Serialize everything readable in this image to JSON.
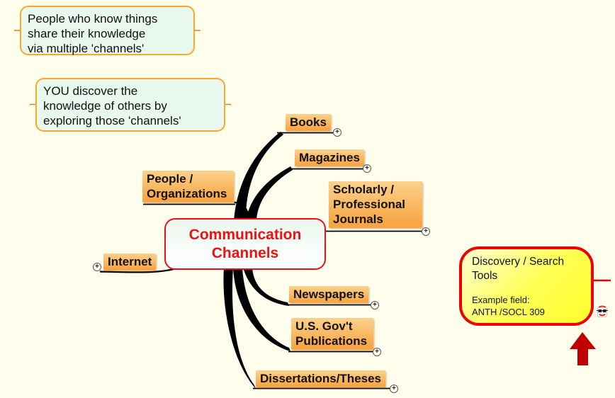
{
  "ui": {
    "expand_glyph": "+"
  },
  "callouts": {
    "share": {
      "text": "People who know things\nshare their knowledge\nvia multiple 'channels'"
    },
    "discover": {
      "text": "YOU discover the\nknowledge of others by\nexploring those 'channels'"
    }
  },
  "central_topic": {
    "label": "Communication\nChannels"
  },
  "topics": {
    "books": {
      "label": "Books"
    },
    "magazines": {
      "label": "Magazines"
    },
    "scholarly": {
      "label": "Scholarly /\nProfessional\nJournals"
    },
    "people": {
      "label": "People /\nOrganizations"
    },
    "internet": {
      "label": "Internet"
    },
    "newspapers": {
      "label": "Newspapers"
    },
    "usgov": {
      "label": "U.S. Gov't\nPublications"
    },
    "dissertations": {
      "label": "Dissertations/Theses"
    }
  },
  "floating_topic": {
    "title": "Discovery / Search\nTools",
    "note": "Example field:\nANTH /SOCL 309"
  },
  "colors": {
    "background": "#FFFEEC",
    "branch": "#000000",
    "topic_highlight": "#F8A643",
    "central_text": "#EE1111",
    "central_border": "#E8111A",
    "callout_border": "#FFA629",
    "callout_fill": "#E9F8EF",
    "floating_border": "#EE0000",
    "floating_fill": "#FFFF33",
    "arrow": "#C00000"
  }
}
